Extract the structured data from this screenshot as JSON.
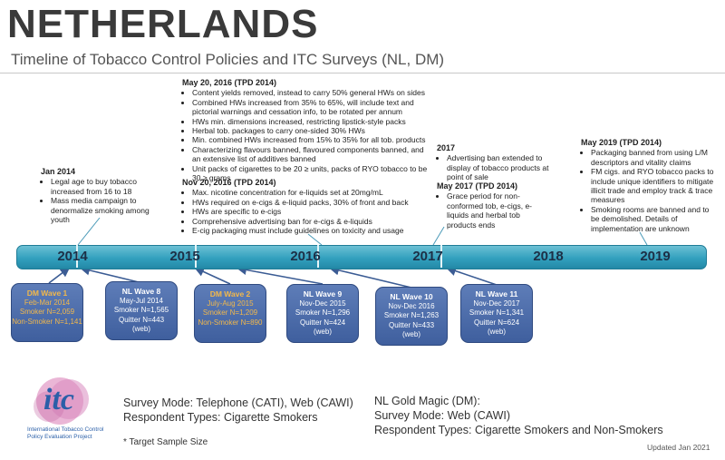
{
  "header": {
    "title": "NETHERLANDS",
    "subtitle": "Timeline of Tobacco Control Policies and ITC Surveys (NL, DM)"
  },
  "timeline": {
    "years": [
      "2014",
      "2015",
      "2016",
      "2017",
      "2018",
      "2019"
    ]
  },
  "policies": {
    "jan2014": {
      "heading": "Jan 2014",
      "items": [
        "Legal age to buy tobacco increased from 16 to 18",
        "Mass media campaign to denormalize smoking among youth"
      ]
    },
    "may2016": {
      "heading": "May 20, 2016 (TPD 2014)",
      "items": [
        "Content yields removed, instead to carry 50% general HWs on sides",
        "Combined HWs increased from 35% to 65%, will include text and pictorial warnings and cessation info, to be rotated per annum",
        "HWs min. dimensions increased, restricting lipstick-style packs",
        "Herbal tob. packages to carry one-sided 30% HWs",
        "Min. combined HWs increased from 15% to 35% for all tob. products",
        "Characterizing flavours banned, flavoured components banned, and an extensive list of additives banned",
        "Unit packs of cigarettes to be 20 ≥ units, packs of RYO tobacco to be 30 ≥ grams"
      ]
    },
    "nov2016": {
      "heading": "Nov 20, 2016 (TPD 2014)",
      "items": [
        "Max. nicotine concentration for e-liquids set at 20mg/mL",
        "HWs required on e-cigs & e-liquid packs, 30% of front and back",
        "HWs are specific to e-cigs",
        "Comprehensive advertising ban for e-cigs & e-liquids",
        "E-cig packaging must include guidelines on toxicity and usage"
      ]
    },
    "y2017": {
      "heading": "2017",
      "items": [
        "Advertising ban extended to display of tobacco products at point of sale"
      ]
    },
    "may2017": {
      "heading": "May 2017 (TPD 2014)",
      "items": [
        "Grace period for non-conformed tob, e-cigs, e-liquids and herbal tob products ends"
      ]
    },
    "may2019": {
      "heading": "May 2019 (TPD 2014)",
      "items": [
        "Packaging banned from using L/M descriptors and vitality claims",
        "FM cigs. and RYO tobacco packs to include unique identifiers to mitigate illicit trade and employ track & trace measures",
        "Smoking rooms are banned and to be demolished. Details of implementation are unknown"
      ]
    }
  },
  "waves": [
    {
      "name": "DM Wave 1",
      "lines": [
        "Feb-Mar 2014",
        "Smoker N=2,059",
        "Non-Smoker N=1,141"
      ],
      "type": "dm"
    },
    {
      "name": "NL Wave 8",
      "lines": [
        "May-Jul 2014",
        "Smoker N=1,565",
        "Quitter N=443",
        "(web)"
      ],
      "type": "nl"
    },
    {
      "name": "DM Wave 2",
      "lines": [
        "July-Aug 2015",
        "Smoker N=1,209",
        "Non-Smoker N=890"
      ],
      "type": "dm"
    },
    {
      "name": "NL Wave 9",
      "lines": [
        "Nov-Dec 2015",
        "Smoker N=1,296",
        "Quitter N=424",
        "(web)"
      ],
      "type": "nl"
    },
    {
      "name": "NL Wave 10",
      "lines": [
        "Nov-Dec 2016",
        "Smoker N=1,263",
        "Quitter N=433",
        "(web)"
      ],
      "type": "nl"
    },
    {
      "name": "NL Wave 11",
      "lines": [
        "Nov-Dec 2017",
        "Smoker N=1,341",
        "Quitter N=624",
        "(web)"
      ],
      "type": "nl"
    }
  ],
  "footer": {
    "logo_text": "itc",
    "logo_caption_1": "International Tobacco Control",
    "logo_caption_2": "Policy Evaluation Project",
    "survey_mode": "Survey Mode: Telephone (CATI), Web (CAWI)",
    "respondent_types": "Respondent Types: Cigarette Smokers",
    "gold_magic": "NL Gold Magic (DM):",
    "gold_mode": "Survey Mode: Web (CAWI)",
    "gold_respondents": "Respondent Types: Cigarette Smokers and Non-Smokers",
    "sample_note": "* Target Sample Size",
    "updated": "Updated Jan 2021"
  },
  "colors": {
    "bar": "#32a0be",
    "wave_fill": "#4a69a8",
    "dm_text": "#f2b84b",
    "connector": "#3b5c94"
  }
}
